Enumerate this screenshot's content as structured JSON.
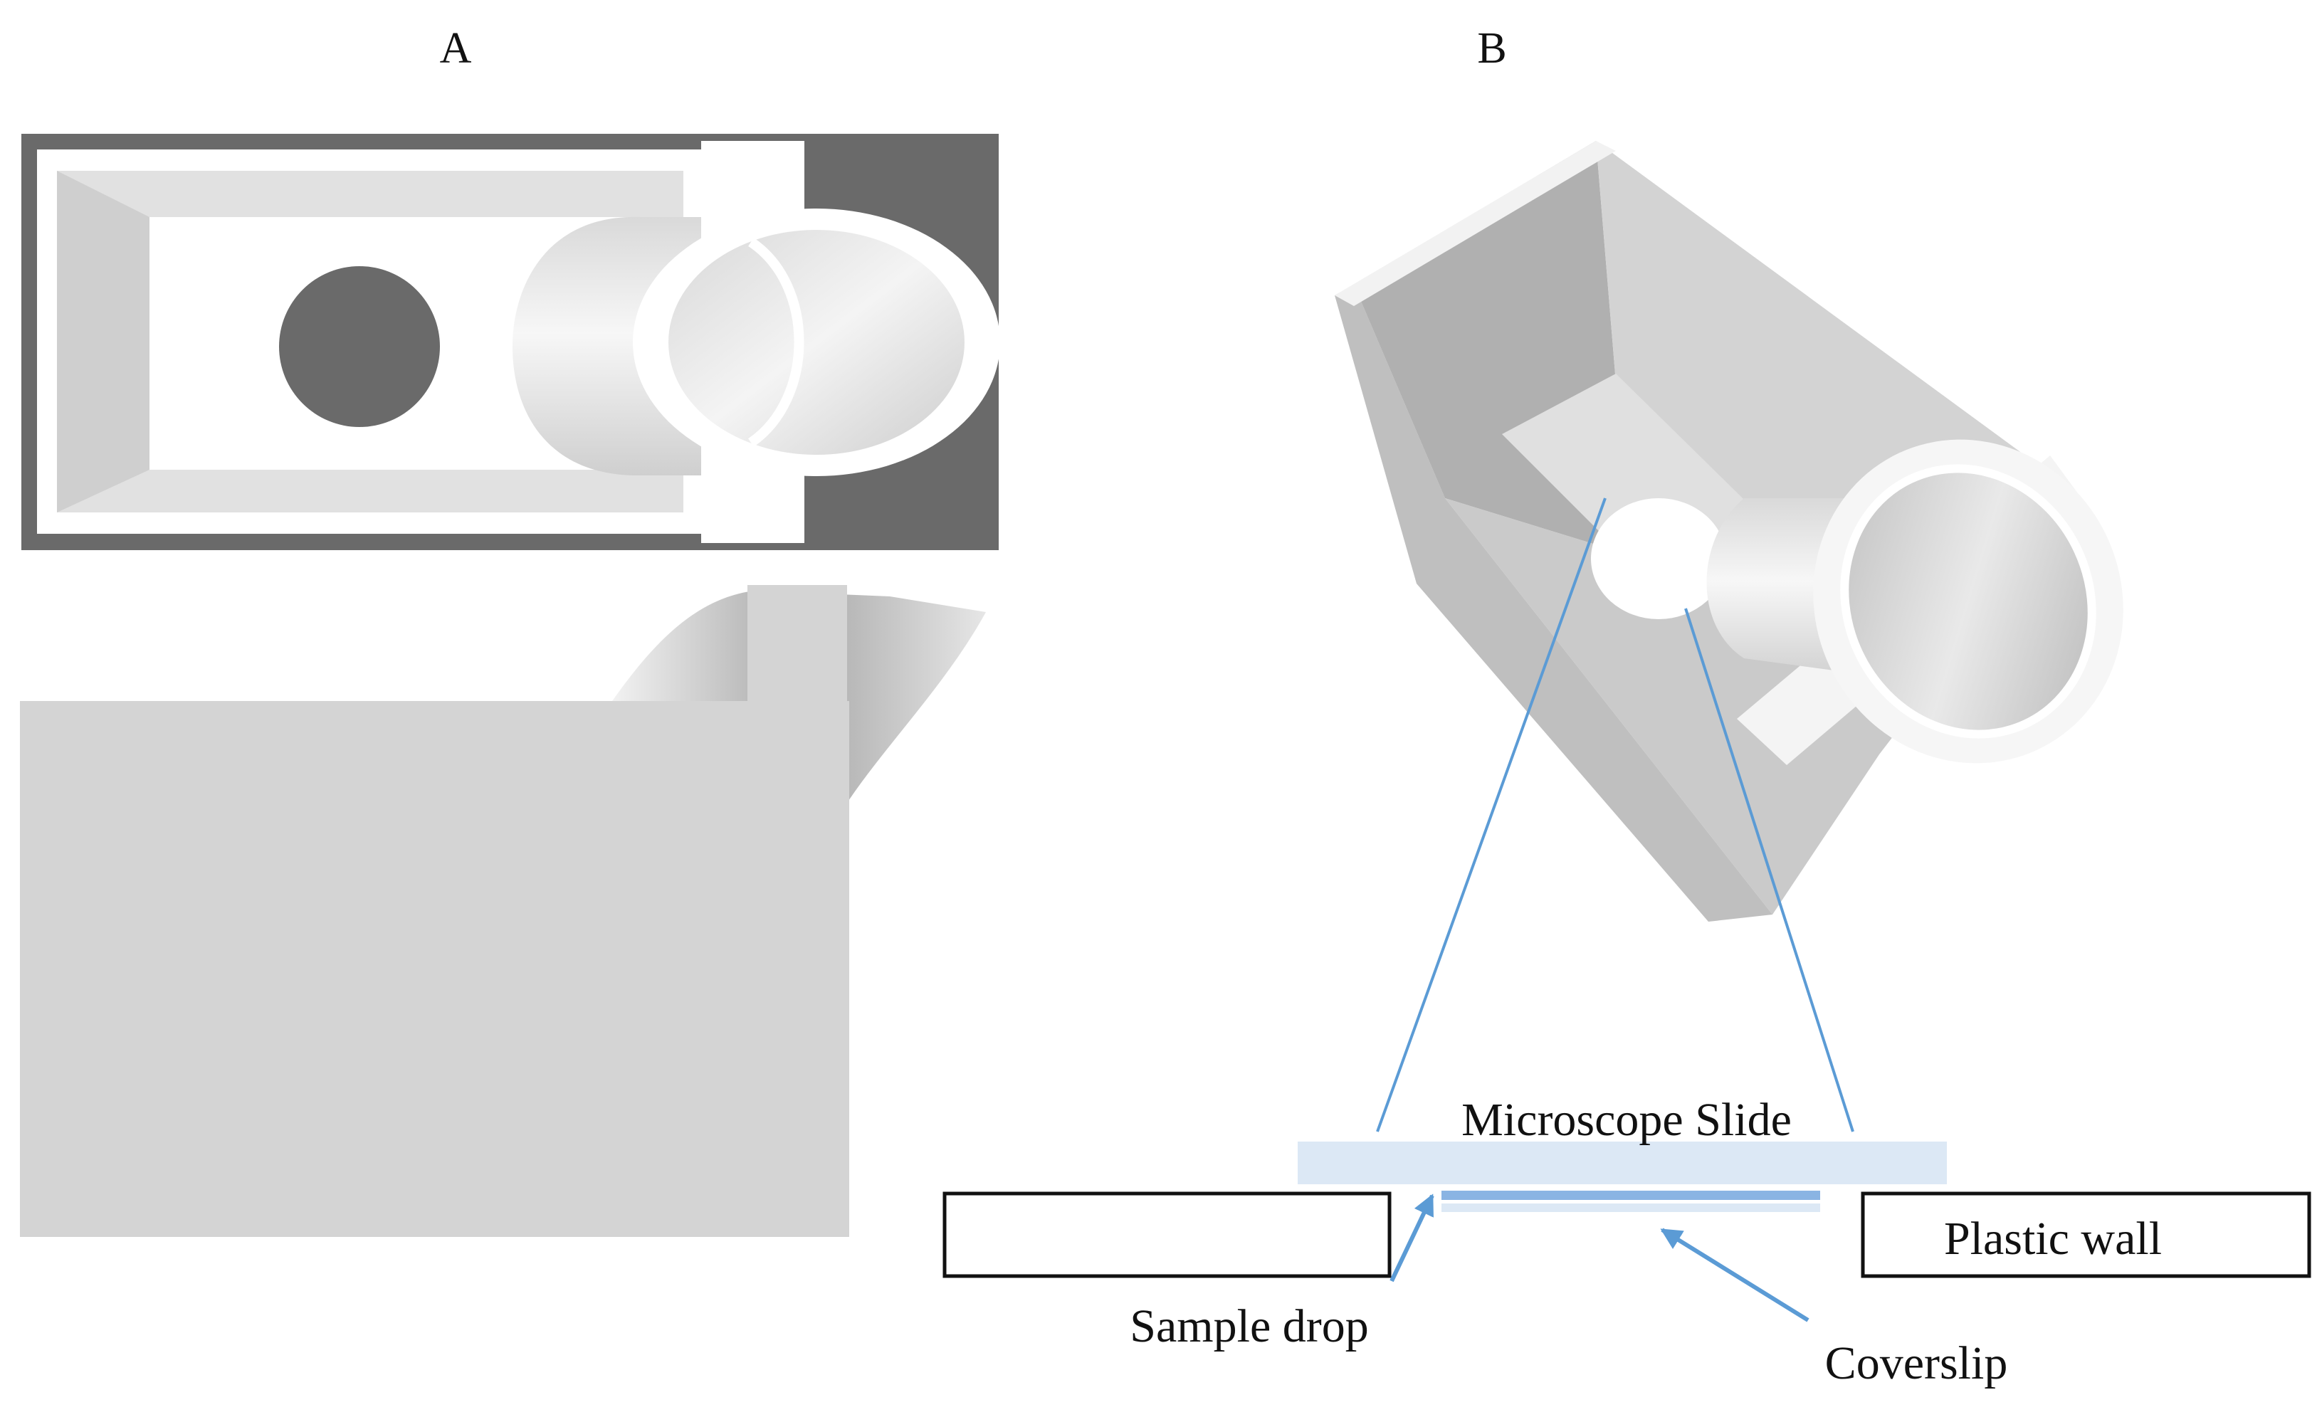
{
  "panels": {
    "a": {
      "label": "A"
    },
    "b": {
      "label": "B"
    }
  },
  "annotations": {
    "slide": "Microscope Slide",
    "wall": "Plastic wall",
    "drop": "Sample drop",
    "coverslip": "Coverslip"
  },
  "colors": {
    "dark_frame": "#6a6a6a",
    "light_gray": "#d4d4d4",
    "wall_gray": "#c8c8c8",
    "slide_fill": "#dce8f5",
    "coverslip_line": "#8ab4e3",
    "leader_line": "#5b9bd5"
  }
}
